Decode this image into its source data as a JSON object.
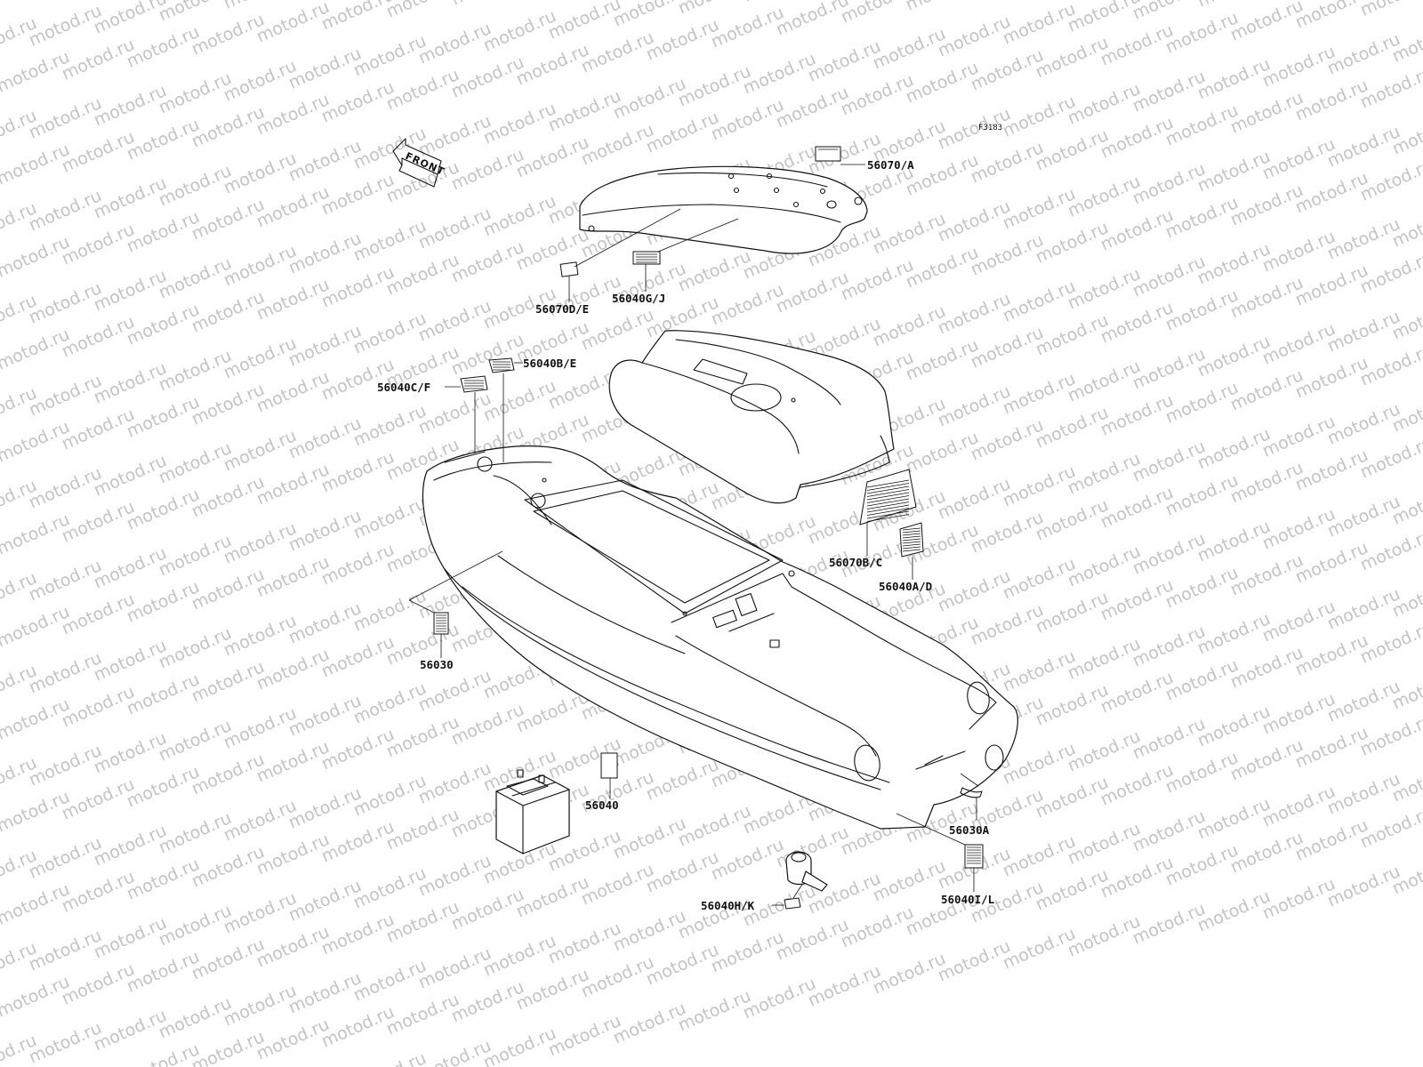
{
  "diagram": {
    "ref_code": "F3183",
    "front_arrow_text": "FRONT",
    "watermark_text": "motod.ru",
    "parts": [
      {
        "id": "56070A",
        "label": "56070/A"
      },
      {
        "id": "56070DE",
        "label": "56070D/E"
      },
      {
        "id": "56040GJ",
        "label": "56040G/J"
      },
      {
        "id": "56040BE",
        "label": "56040B/E"
      },
      {
        "id": "56040CF",
        "label": "56040C/F"
      },
      {
        "id": "56070BC",
        "label": "56070B/C"
      },
      {
        "id": "56040AD",
        "label": "56040A/D"
      },
      {
        "id": "56030",
        "label": "56030"
      },
      {
        "id": "56040",
        "label": "56040"
      },
      {
        "id": "56030A",
        "label": "56030A"
      },
      {
        "id": "56040IL",
        "label": "56040I/L"
      },
      {
        "id": "56040HK",
        "label": "56040H/K"
      }
    ]
  }
}
